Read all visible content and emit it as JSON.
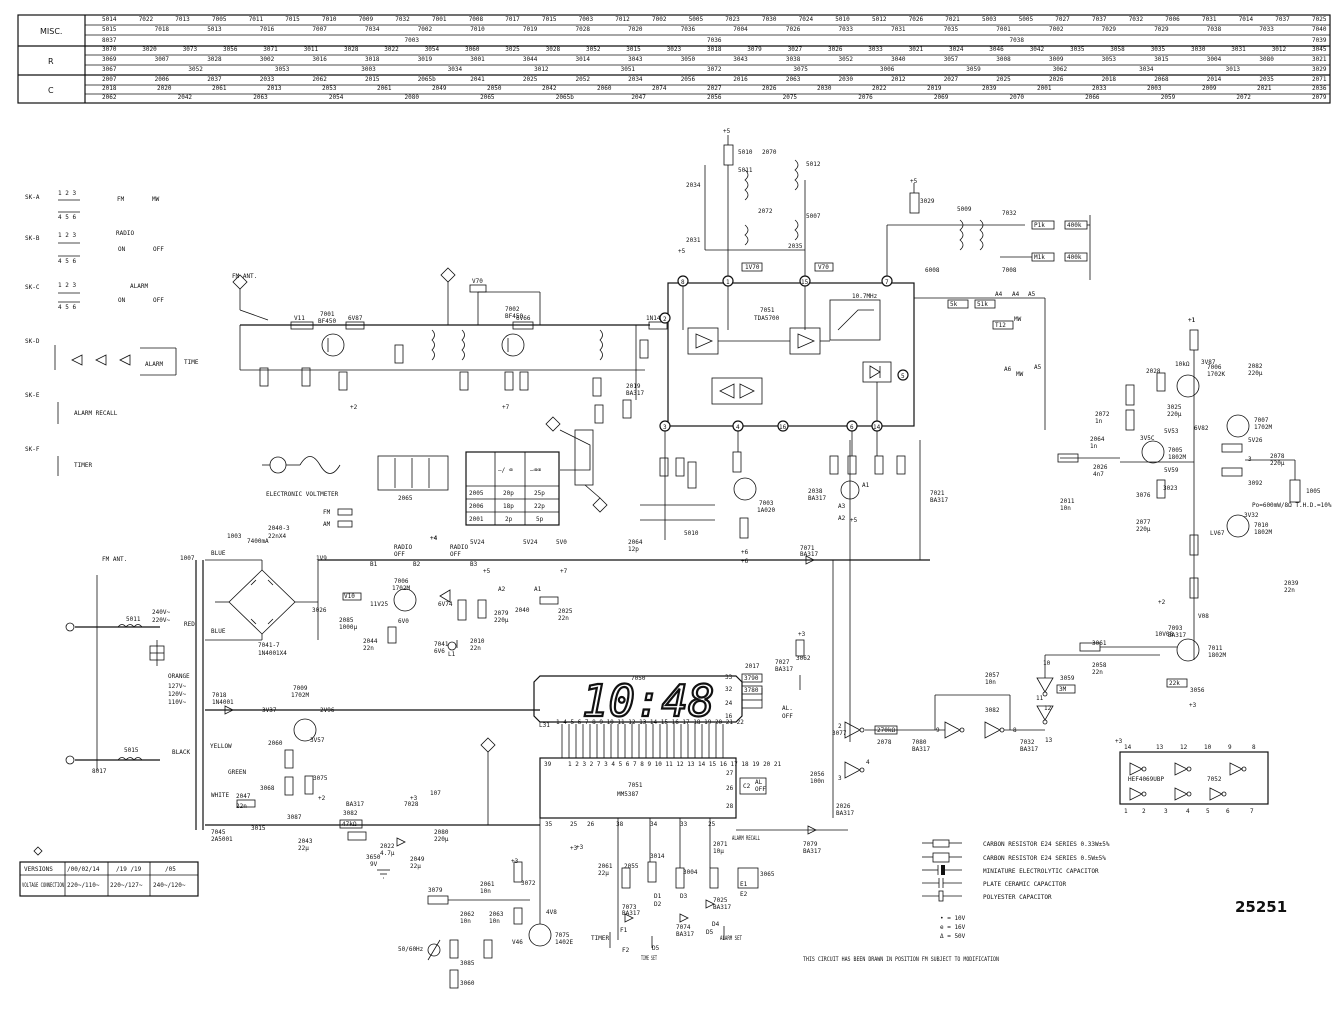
{
  "parts_table": {
    "rows": [
      "MISC.",
      "R",
      "C"
    ],
    "misc_line1": [
      "5014",
      "7022",
      "7013",
      "7005",
      "7011",
      "7015",
      "7010",
      "7009",
      "7032",
      "7001",
      "7008",
      "7017",
      "7015",
      "7003",
      "7012",
      "7002",
      "5005",
      "7023",
      "7030",
      "7024",
      "5010",
      "5012",
      "7026",
      "7021",
      "5003",
      "5005",
      "7027",
      "7037",
      "7032",
      "7006",
      "7031",
      "7014",
      "7037",
      "7025"
    ],
    "misc_line2": [
      "5015",
      "7018",
      "5013",
      "7016",
      "7007",
      "7034",
      "7002",
      "7010",
      "7019",
      "7028",
      "7020",
      "7036",
      "7004",
      "7026",
      "7033",
      "7031",
      "7035",
      "7001",
      "7002",
      "7029",
      "7029",
      "7038",
      "7033",
      "7040"
    ],
    "misc_line3": [
      "8037",
      "7003",
      "7036",
      "7038",
      "7039"
    ],
    "r_line1": [
      "3070",
      "3020",
      "3073",
      "3056",
      "3071",
      "3011",
      "3028",
      "3022",
      "3054",
      "3060",
      "3025",
      "3028",
      "3052",
      "3015",
      "3023",
      "3018",
      "3079",
      "3027",
      "3026",
      "3033",
      "3021",
      "3024",
      "3046",
      "3042",
      "3035",
      "3058",
      "3035",
      "3030",
      "3031",
      "3012",
      "3045"
    ],
    "r_line2": [
      "3069",
      "3007",
      "3028",
      "3002",
      "3016",
      "3018",
      "3019",
      "3001",
      "3044",
      "3014",
      "3043",
      "3050",
      "3043",
      "3038",
      "3052",
      "3040",
      "3057",
      "3008",
      "3009",
      "3053",
      "3015",
      "3004",
      "3080",
      "3021"
    ],
    "r_line3": [
      "3067",
      "3052",
      "3053",
      "3003",
      "3034",
      "3012",
      "3051",
      "3072",
      "3075",
      "3006",
      "3059",
      "3062",
      "3034",
      "3013",
      "3029"
    ],
    "c_line1": [
      "2007",
      "2006",
      "2037",
      "2033",
      "2062",
      "2015",
      "2065b",
      "2041",
      "2025",
      "2052",
      "2034",
      "2056",
      "2016",
      "2063",
      "2030",
      "2012",
      "2027",
      "2025",
      "2026",
      "2018",
      "2068",
      "2014",
      "2035",
      "2071"
    ],
    "c_line2": [
      "2018",
      "2020",
      "2061",
      "2013",
      "2053",
      "2061",
      "2049",
      "2050",
      "2042",
      "2060",
      "2074",
      "2027",
      "2026",
      "2030",
      "2022",
      "2019",
      "2039",
      "2001",
      "2033",
      "2003",
      "2009",
      "2021",
      "2036"
    ],
    "c_line3": [
      "2062",
      "2042",
      "2063",
      "2054",
      "2080",
      "2065",
      "2065b",
      "2047",
      "2056",
      "2075",
      "2076",
      "2069",
      "2070",
      "2066",
      "2059",
      "2072",
      "2079"
    ]
  },
  "switches": [
    {
      "name": "SK-A",
      "labels": [
        "FM",
        "MW"
      ]
    },
    {
      "name": "SK-B",
      "heading": "RADIO",
      "labels": [
        "ON",
        "OFF"
      ]
    },
    {
      "name": "SK-C",
      "heading": "ALARM",
      "labels": [
        "ON",
        "OFF"
      ]
    },
    {
      "name": "SK-D",
      "labels": [
        "ALARM",
        "TIME"
      ]
    },
    {
      "name": "SK-E",
      "labels": [
        "ALARM RECALL"
      ]
    },
    {
      "name": "SK-F",
      "labels": [
        "TIMER"
      ]
    }
  ],
  "voltmeter_label": "ELECTRONIC VOLTMETER",
  "fm_am_legend": [
    "FM",
    "AM"
  ],
  "coil_table": {
    "header": [
      "",
      "—/ ⌫",
      "—⌫⌫"
    ],
    "rows": [
      [
        "2005",
        "20p",
        "25p"
      ],
      [
        "2006",
        "18p",
        "22p"
      ],
      [
        "2001",
        "2p",
        "5p"
      ]
    ]
  },
  "display": {
    "time": "10:48",
    "chip_ref": "7050",
    "ic_ref": "7051",
    "ic_type": "MM5387",
    "labels": [
      "AL.",
      "OFF"
    ]
  },
  "tuner_ic": {
    "ref": "7051",
    "type": "TDA5700",
    "freq": "10.7MHz"
  },
  "transformer": {
    "voltages": [
      "240V~",
      "220V~",
      "127V~",
      "120V~",
      "110V~"
    ],
    "wire_colors": [
      "RED",
      "ORANGE",
      "BLACK",
      "YELLOW",
      "GREEN",
      "WHITE",
      "BLUE"
    ],
    "fm_ant": "FM ANT.",
    "fuse": "5011"
  },
  "timer_labels": [
    "TIMER",
    "TIME SET",
    "ALARM SET",
    "ALARM RECALL",
    "50/60Hz"
  ],
  "versions_table": {
    "header": [
      "VERSIONS",
      "/00/02/14",
      "/19 /19",
      "/05"
    ],
    "row": [
      "VOLTAGE CONNECTION",
      "220~/110~",
      "220~/127~",
      "240~/120~"
    ]
  },
  "ic_pinout": {
    "type": "HEF4069UBP",
    "ref": "7052"
  },
  "legend": [
    {
      "symbol": "resistor-small",
      "text": "CARBON RESISTOR E24 SERIES 0.33W±5%"
    },
    {
      "symbol": "resistor-large",
      "text": "CARBON RESISTOR E24 SERIES 0.5W±5%"
    },
    {
      "symbol": "electrolytic",
      "text": "MINIATURE ELECTROLYTIC CAPACITOR"
    },
    {
      "symbol": "ceramic",
      "text": "PLATE CERAMIC CAPACITOR"
    },
    {
      "symbol": "polyester",
      "text": "POLYESTER CAPACITOR"
    }
  ],
  "voltage_key": [
    "• = 10V",
    "e = 16V",
    "Δ = 50V"
  ],
  "note": "THIS CIRCUIT HAS BEEN DRAWN IN POSITION FM SUBJECT TO MODIFICATION",
  "drawing_number": "25251",
  "amplifier_note": "Po=600mW/8Ω T.H.D.=10%",
  "ant_fm": "FM ANT.",
  "test_points": [
    "A1",
    "A2",
    "A3",
    "A4",
    "A5",
    "A6",
    "B1",
    "B2",
    "B3"
  ],
  "voltages": [
    "+5",
    "+6",
    "+7",
    "+2",
    "+3",
    "+4",
    "+1"
  ],
  "colors": {
    "ink": "#111111",
    "paper": "#ffffff"
  }
}
